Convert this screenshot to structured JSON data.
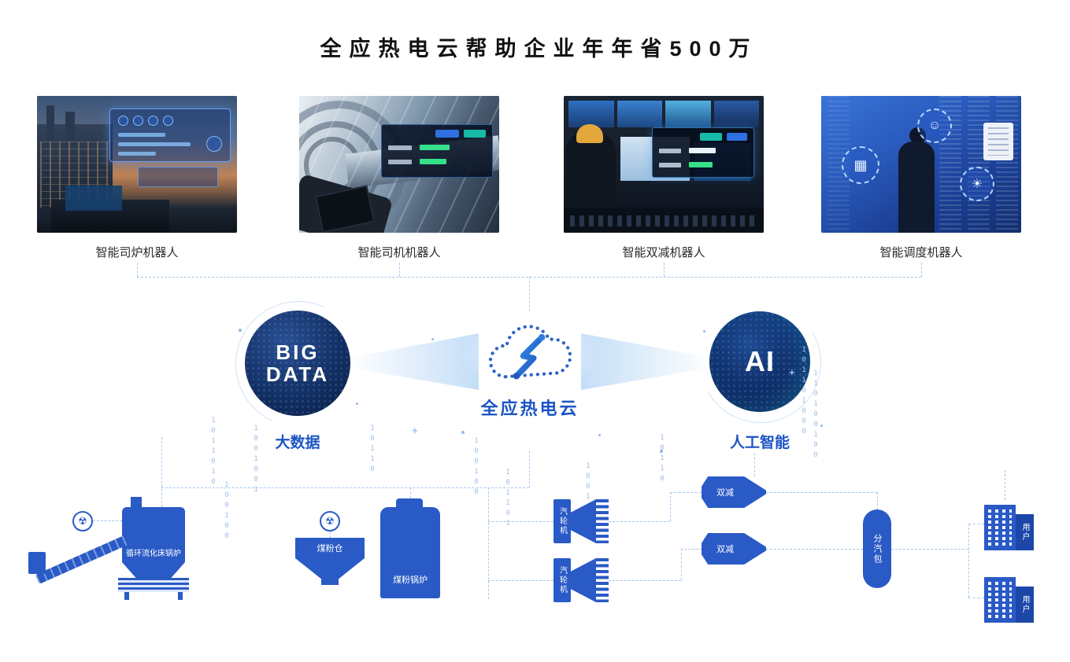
{
  "page": {
    "title": "全应热电云帮助企业年年省500万"
  },
  "robots": [
    {
      "caption": "智能司炉机器人"
    },
    {
      "caption": "智能司机机器人"
    },
    {
      "caption": "智能双减机器人"
    },
    {
      "caption": "智能调度机器人"
    }
  ],
  "platform": {
    "big_data_line1": "BIG",
    "big_data_line2": "DATA",
    "big_data_label": "大数据",
    "cloud_brand": "全应热电云",
    "ai_text": "AI",
    "ai_label": "人工智能"
  },
  "equipment": {
    "cfb_boiler": "循环流化床锅炉",
    "coal_bunker": "煤粉仓",
    "coal_boiler": "煤粉锅炉",
    "turbines": [
      "汽轮机",
      "汽轮机"
    ],
    "reducers": [
      "双减",
      "双减"
    ],
    "steam_drum": "分汽包",
    "users": [
      "用户",
      "用户"
    ]
  },
  "icons": {
    "radiation": "☢",
    "chart": "▦",
    "person": "☺",
    "idea": "☀"
  },
  "binary_columns": [
    "1011010",
    "1001001",
    "100100",
    "10110",
    "100100",
    "101101",
    "100100",
    "10110",
    "101101000",
    "110100100"
  ],
  "colors": {
    "primary_blue": "#2a5ac6",
    "label_blue": "#1b54c4",
    "dash_blue": "#a4c6ec",
    "title_color": "#111111"
  }
}
